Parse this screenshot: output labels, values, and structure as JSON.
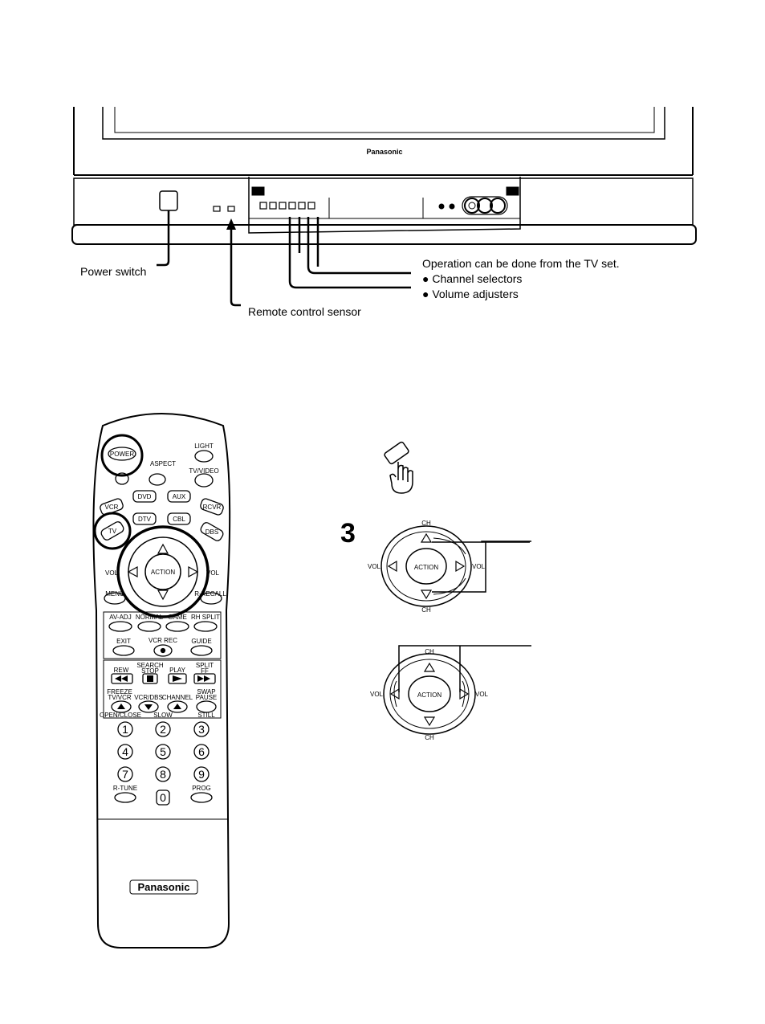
{
  "tv": {
    "brand": "Panasonic",
    "labels": {
      "power_switch": "Power switch",
      "remote_sensor": "Remote control sensor",
      "operation_note": "Operation can be done from the TV set.",
      "channel_selectors": "● Channel selectors",
      "volume_adjusters": "● Volume adjusters"
    }
  },
  "remote": {
    "brand": "Panasonic",
    "buttons": {
      "light": "LIGHT",
      "power": "POWER",
      "aspect": "ASPECT",
      "tv_video": "TV/VIDEO",
      "vcr": "VCR",
      "dvd": "DVD",
      "aux": "AUX",
      "rcvr": "RCVR",
      "tv": "TV",
      "dtv": "DTV",
      "cbl": "CBL",
      "dbs": "DBS",
      "action": "ACTION",
      "vol_left": "VOL",
      "vol_right": "VOL",
      "menu": "MENU",
      "recall": "R-RECALL",
      "av_adj": "AV-ADJ",
      "normal": "NORMAL",
      "game": "GAME",
      "rh_split": "RH SPLIT",
      "exit": "EXIT",
      "vcr_rec": "VCR REC",
      "guide": "GUIDE",
      "rew": "REW",
      "search": "SEARCH",
      "stop": "STOP",
      "play": "PLAY",
      "split": "SPLIT",
      "ff": "FF",
      "freeze": "FREEZE",
      "tv_vcr": "TV/VCR",
      "vcr_dbs": "VCR/DBS",
      "channel": "CHANNEL",
      "swap": "SWAP",
      "pause": "PAUSE",
      "open_close": "OPEN/CLOSE",
      "slow": "SLOW",
      "still": "STILL",
      "r_tune": "R-TUNE",
      "prog": "PROG",
      "n1": "1",
      "n2": "2",
      "n3": "3",
      "n4": "4",
      "n5": "5",
      "n6": "6",
      "n7": "7",
      "n8": "8",
      "n9": "9",
      "n0": "0"
    }
  },
  "step": {
    "number": "3"
  },
  "pad_top": {
    "ch_top": "CH",
    "ch_bottom": "CH",
    "vol_left": "VOL",
    "vol_right": "VOL",
    "center": "ACTION"
  },
  "pad_bottom": {
    "ch_top": "CH",
    "ch_bottom": "CH",
    "vol_left": "VOL",
    "vol_right": "VOL",
    "center": "ACTION"
  }
}
